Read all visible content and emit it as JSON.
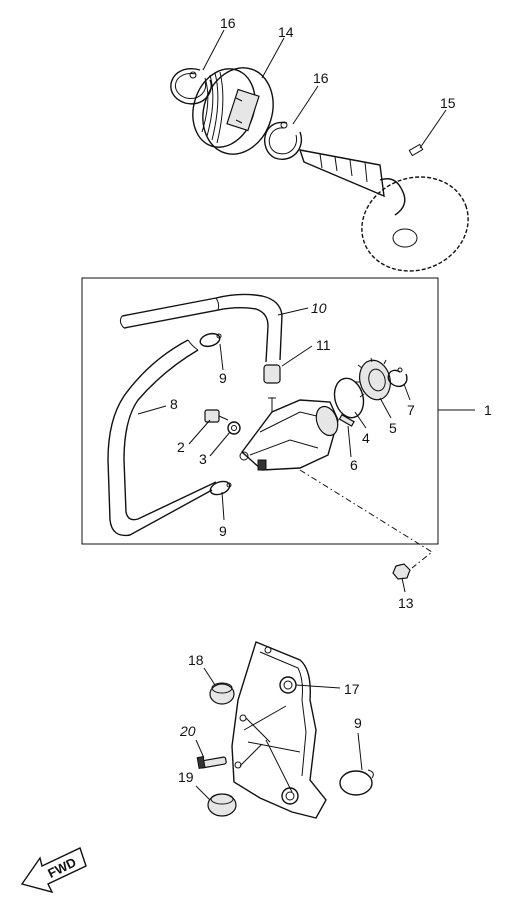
{
  "callouts": {
    "c1": "1",
    "c2": "2",
    "c3": "3",
    "c4": "4",
    "c5": "5",
    "c6": "6",
    "c7": "7",
    "c8": "8",
    "c9a": "9",
    "c9b": "9",
    "c9c": "9",
    "c10": "10",
    "c11": "11",
    "c13": "13",
    "c14": "14",
    "c15": "15",
    "c16a": "16",
    "c16b": "16",
    "c17": "17",
    "c18": "18",
    "c19": "19",
    "c20": "20"
  },
  "direction_label": "FWD"
}
